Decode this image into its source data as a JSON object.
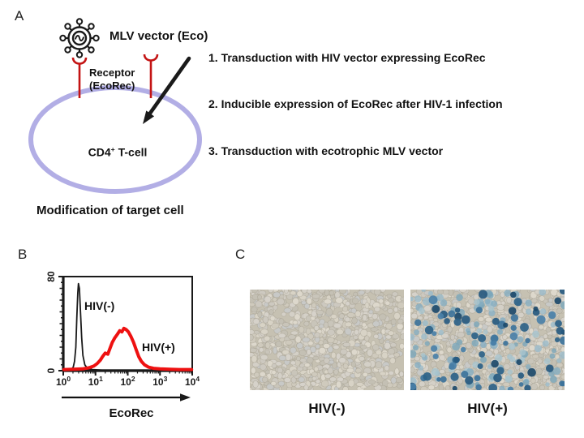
{
  "panel_a": {
    "label": "A",
    "virus_label": "MLV vector (Eco)",
    "receptor_label": [
      "Receptor",
      "(EcoRec)"
    ],
    "cell_label": {
      "base": "CD4",
      "sup": "+",
      "rest": " T-cell"
    },
    "caption": "Modification of target cell",
    "steps": [
      "1. Transduction with HIV vector expressing EcoRec",
      "2. Inducible expression of EcoRec after HIV-1 infection",
      "3. Transduction with ecotrophic MLV vector"
    ]
  },
  "panel_b": {
    "label": "B"
  },
  "panel_c": {
    "label": "C",
    "micrographs": [
      {
        "label": "HIV(-)",
        "seed": 7,
        "blue_cells": 0,
        "teal_cells": 0
      },
      {
        "label": "HIV(+)",
        "seed": 13,
        "blue_cells": 78,
        "teal_cells": 120
      }
    ],
    "palette": {
      "background": "#c6c1b2",
      "cell_fills": [
        "#d8d3c6",
        "#cfcabd",
        "#c9c5ba",
        "#d4d0c7",
        "#ddd8cc",
        "#c4c0b4",
        "#cdc9c0",
        "#d6d2ca",
        "#c8c9c7"
      ],
      "cell_stroke": "#a09a8a",
      "blue_fills": [
        "#1d4a6b",
        "#275a80",
        "#2d6288",
        "#3d739b",
        "#4a80a8"
      ],
      "teal_fills": [
        "#86aec2",
        "#9bbcca",
        "#a8c4ce",
        "#7aa6ba"
      ]
    }
  },
  "chart_data": {
    "type": "line",
    "xlabel": "EcoRec",
    "x_scale": "log10",
    "x_tick_base": "10",
    "x_tick_exponents": [
      "0",
      "1",
      "2",
      "3",
      "4"
    ],
    "xlim_log": [
      0,
      4
    ],
    "ylim": [
      0,
      80
    ],
    "y_tick_labels": [
      "0",
      "80"
    ],
    "series": [
      {
        "name": "HIV(-)",
        "color": "#1a1a1a",
        "width": 1.8,
        "peak_log_x": 0.47,
        "peak_y": 74,
        "points": [
          [
            0.1,
            0.5
          ],
          [
            0.25,
            1
          ],
          [
            0.31,
            3
          ],
          [
            0.35,
            8
          ],
          [
            0.39,
            20
          ],
          [
            0.42,
            45
          ],
          [
            0.45,
            66
          ],
          [
            0.47,
            74
          ],
          [
            0.5,
            70
          ],
          [
            0.53,
            52
          ],
          [
            0.57,
            28
          ],
          [
            0.61,
            13
          ],
          [
            0.67,
            5
          ],
          [
            0.75,
            2
          ],
          [
            0.9,
            1
          ],
          [
            1.2,
            0.5
          ],
          [
            2.2,
            0.5
          ],
          [
            3.98,
            0.5
          ]
        ]
      },
      {
        "name": "HIV(+)",
        "color": "#ee1111",
        "width": 4,
        "peak_log_x": 1.9,
        "peak_y": 36,
        "points": [
          [
            0.02,
            1
          ],
          [
            0.3,
            1.2
          ],
          [
            0.6,
            1.5
          ],
          [
            0.8,
            2.5
          ],
          [
            0.95,
            4
          ],
          [
            1.05,
            6
          ],
          [
            1.15,
            9
          ],
          [
            1.22,
            12
          ],
          [
            1.3,
            15
          ],
          [
            1.38,
            14
          ],
          [
            1.45,
            19
          ],
          [
            1.52,
            24
          ],
          [
            1.6,
            28
          ],
          [
            1.68,
            31
          ],
          [
            1.75,
            34
          ],
          [
            1.82,
            33
          ],
          [
            1.88,
            36
          ],
          [
            1.95,
            35
          ],
          [
            2.02,
            33
          ],
          [
            2.1,
            29
          ],
          [
            2.18,
            24
          ],
          [
            2.26,
            18
          ],
          [
            2.34,
            12
          ],
          [
            2.42,
            8
          ],
          [
            2.52,
            5
          ],
          [
            2.65,
            3
          ],
          [
            2.8,
            2
          ],
          [
            3.0,
            1.5
          ],
          [
            3.3,
            1.2
          ],
          [
            3.6,
            1
          ],
          [
            3.98,
            1
          ]
        ]
      }
    ]
  },
  "colors": {
    "ink": "#1a1a1a",
    "membrane": "#b2aee5",
    "receptor": "#c41414",
    "hist_positive": "#ee1111"
  }
}
